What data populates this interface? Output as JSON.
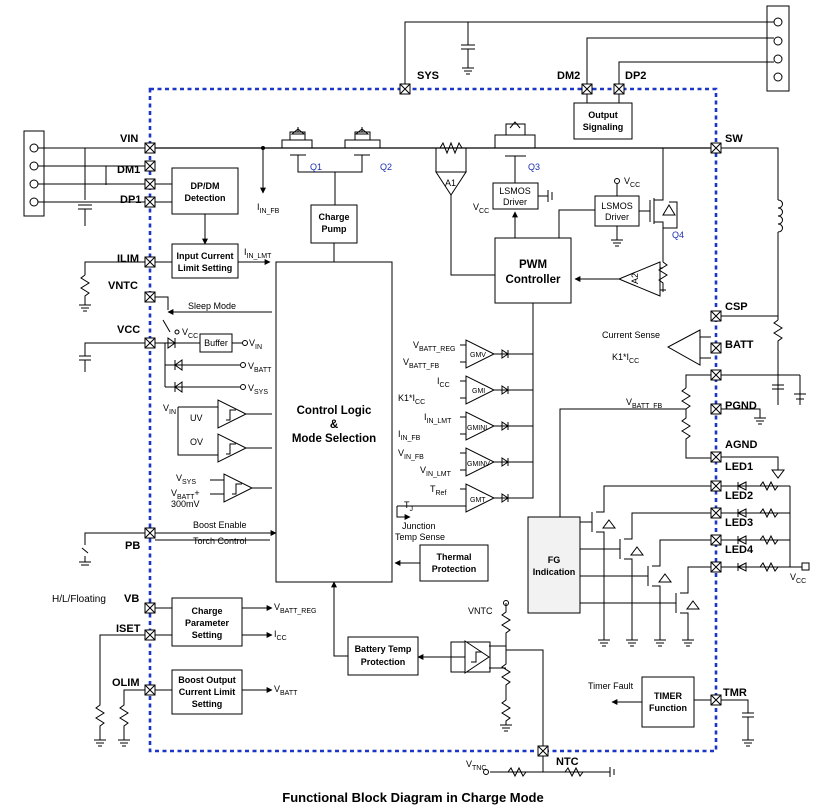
{
  "caption": "Functional Block Diagram in Charge Mode",
  "pins": {
    "vin": "VIN",
    "dm1": "DM1",
    "dp1": "DP1",
    "ilim": "ILIM",
    "vntc": "VNTC",
    "vcc": "VCC",
    "pb": "PB",
    "vb": "VB",
    "iset": "ISET",
    "olim": "OLIM",
    "sys": "SYS",
    "dm2": "DM2",
    "dp2": "DP2",
    "sw": "SW",
    "csp": "CSP",
    "batt": "BATT",
    "pgnd": "PGND",
    "agnd": "AGND",
    "led1": "LED1",
    "led2": "LED2",
    "led3": "LED3",
    "led4": "LED4",
    "tmr": "TMR",
    "ntc": "NTC"
  },
  "blocks": {
    "dpdm": [
      "DP/DM",
      "Detection"
    ],
    "input_current": [
      "Input Current",
      "Limit Setting"
    ],
    "charge_pump": [
      "Charge",
      "Pump"
    ],
    "control_logic": [
      "Control Logic",
      "&",
      "Mode Selection"
    ],
    "pwm": [
      "PWM",
      "Controller"
    ],
    "output_signaling": [
      "Output",
      "Signaling"
    ],
    "lsmos1": [
      "LSMOS",
      "Driver"
    ],
    "lsmos2": [
      "LSMOS",
      "Driver"
    ],
    "buffer": "Buffer",
    "thermal": [
      "Thermal",
      "Protection"
    ],
    "fg": [
      "FG",
      "Indication"
    ],
    "charge_param": [
      "Charge",
      "Parameter",
      "Setting"
    ],
    "boost_output": [
      "Boost Output",
      "Current Limit",
      "Setting"
    ],
    "battery_temp": [
      "Battery Temp",
      "Protection"
    ],
    "timer": [
      "TIMER",
      "Function"
    ]
  },
  "amps": {
    "gmv": "GMV",
    "gmi": "GMI",
    "gmini": "GMINI",
    "gminv": "GMINV",
    "gmt": "GMT",
    "a1": "A1",
    "a2": "A2",
    "uv": "UV",
    "ov": "OV"
  },
  "transistors": {
    "q1": "Q1",
    "q2": "Q2",
    "q3": "Q3",
    "q4": "Q4"
  },
  "signals": {
    "iin_fb": "I",
    "iin_fb_sub": "IN_FB",
    "iin_lmt": "I",
    "iin_lmt_sub": "IN_LMT",
    "sleep_mode": "Sleep Mode",
    "vcc_top": "V",
    "vcc_top_sub": "CC",
    "vcc_sleep": "V",
    "vcc_sleep_sub": "CC",
    "vin_buf": "V",
    "vin_buf_sub": "IN",
    "vbatt": "V",
    "vbatt_sub": "BATT",
    "vsys": "V",
    "vsys_sub": "SYS",
    "vin_cmp": "V",
    "vin_cmp_sub": "IN",
    "vsys_cmp": "V",
    "vsys_cmp_sub": "SYS",
    "vbatt_cmp": "V",
    "vbatt_cmp_sub": "BATT",
    "vbatt_cmp_plus": "+",
    "mv300": "300mV",
    "boost_enable": "Boost Enable",
    "torch_control": "Torch Control",
    "hl_floating": "H/L/Floating",
    "vbatt_reg_out": "V",
    "vbatt_reg_out_sub": "BATT_REG",
    "icc_out": "I",
    "icc_out_sub": "CC",
    "vbatt_out": "V",
    "vbatt_out_sub": "BATT",
    "vbatt_reg_in": "V",
    "vbatt_reg_in_sub": "BATT_REG",
    "vbatt_fb_in": "V",
    "vbatt_fb_in_sub": "BATT_FB",
    "icc_in": "I",
    "icc_in_sub": "CC",
    "k1icc_in": "K1*I",
    "k1icc_in_sub": "CC",
    "iin_lmt_in": "I",
    "iin_lmt_in_sub": "IN_LMT",
    "iin_fb_in": "I",
    "iin_fb_in_sub": "IN_FB",
    "vin_fb_in": "V",
    "vin_fb_in_sub": "IN_FB",
    "vin_lmt_in": "V",
    "vin_lmt_in_sub": "IN_LMT",
    "tref_in": "T",
    "tref_in_sub": "Ref",
    "tj": "T",
    "tj_sub": "J",
    "junction": "Junction",
    "temp_sense": "Temp Sense",
    "vcc_a1": "V",
    "vcc_a1_sub": "CC",
    "vcc_q4": "V",
    "vcc_q4_sub": "CC",
    "current_sense": "Current Sense",
    "k1icc_cs": "K1*I",
    "k1icc_cs_sub": "CC",
    "vbatt_fb_agnd": "V",
    "vbatt_fb_agnd_sub": "BATT_FB",
    "vntc_label": "VNTC",
    "timer_fault": "Timer Fault",
    "vtnc": "V",
    "vtnc_sub": "TNC",
    "vcc_led": "V",
    "vcc_led_sub": "CC"
  }
}
